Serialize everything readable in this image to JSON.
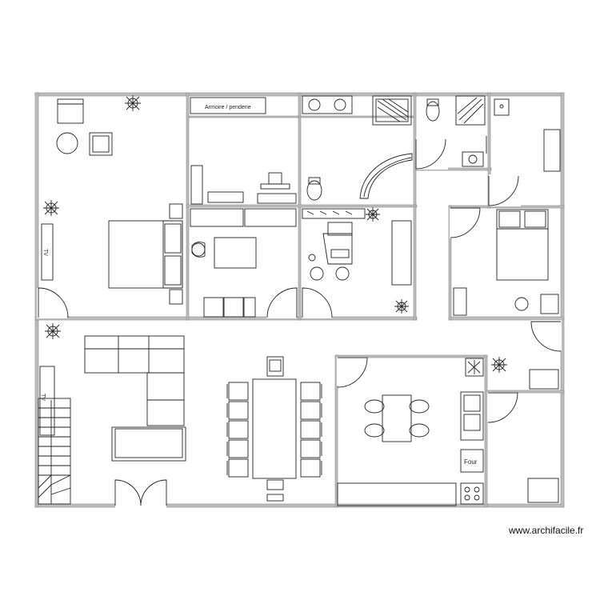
{
  "plan": {
    "wardrobe_label": "Armoire / penderie",
    "oven_label": "Four"
  },
  "watermark": "www.archifacile.fr"
}
